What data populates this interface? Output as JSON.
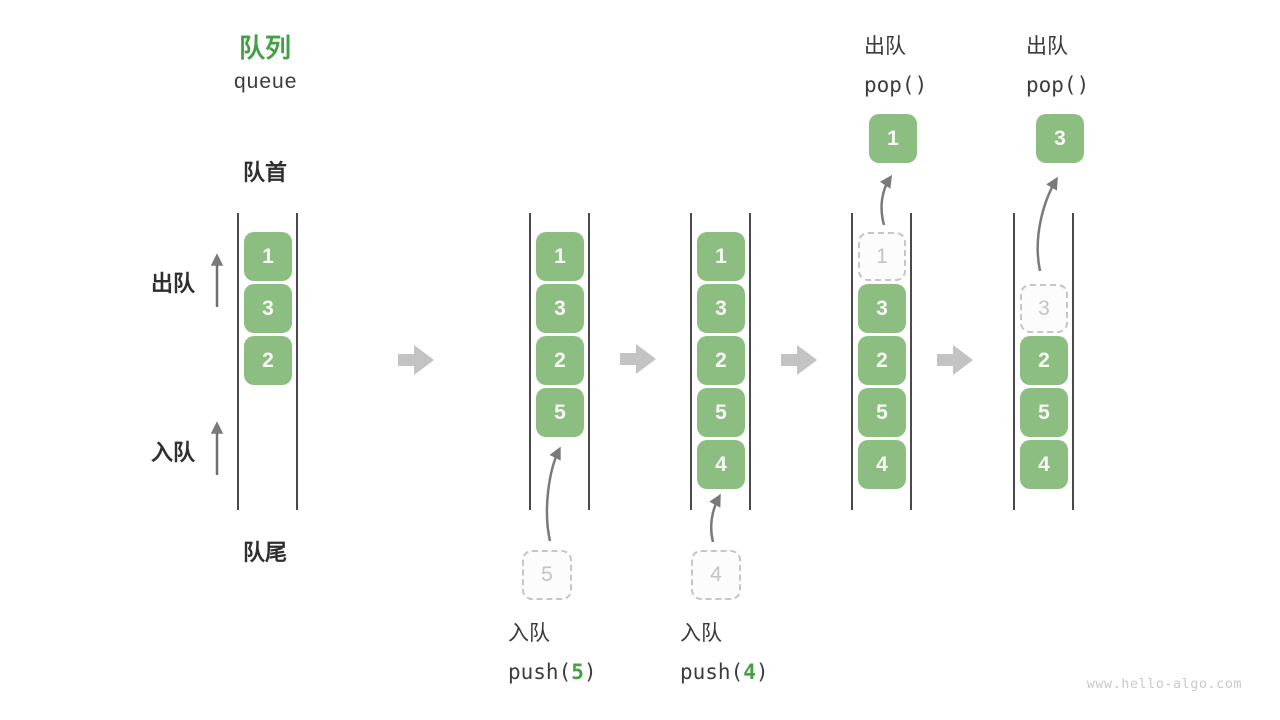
{
  "title": {
    "zh": "队列",
    "en": "queue"
  },
  "labels": {
    "front": "队首",
    "rear": "队尾",
    "dequeue": "出队",
    "enqueue": "入队"
  },
  "colors": {
    "accent_green": "#43A047",
    "box_green": "#8CBE82",
    "container_line": "#4A4A4A",
    "curve_arrow_gray": "#7A7A7A",
    "block_arrow_gray": "#C3C3C3",
    "ghost_gray": "#C4C4C4",
    "text_dark": "#3C3C3C"
  },
  "watermark": "www.hello-algo.com",
  "queues": [
    {
      "name": "state-1",
      "cells": [
        "1",
        "3",
        "2"
      ]
    },
    {
      "name": "state-2",
      "cells": [
        "1",
        "3",
        "2",
        "5"
      ],
      "incoming": "5",
      "op": {
        "action": "入队",
        "code_pre": "push(",
        "arg": "5",
        "code_post": ")"
      }
    },
    {
      "name": "state-3",
      "cells": [
        "1",
        "3",
        "2",
        "5",
        "4"
      ],
      "incoming": "4",
      "op": {
        "action": "入队",
        "code_pre": "push(",
        "arg": "4",
        "code_post": ")"
      }
    },
    {
      "name": "state-4",
      "ghost": "1",
      "cells": [
        "3",
        "2",
        "5",
        "4"
      ],
      "popped": "1",
      "op": {
        "action": "出队",
        "code": "pop()"
      }
    },
    {
      "name": "state-5",
      "ghost": "3",
      "cells": [
        "2",
        "5",
        "4"
      ],
      "popped": "3",
      "op": {
        "action": "出队",
        "code": "pop()"
      }
    }
  ]
}
